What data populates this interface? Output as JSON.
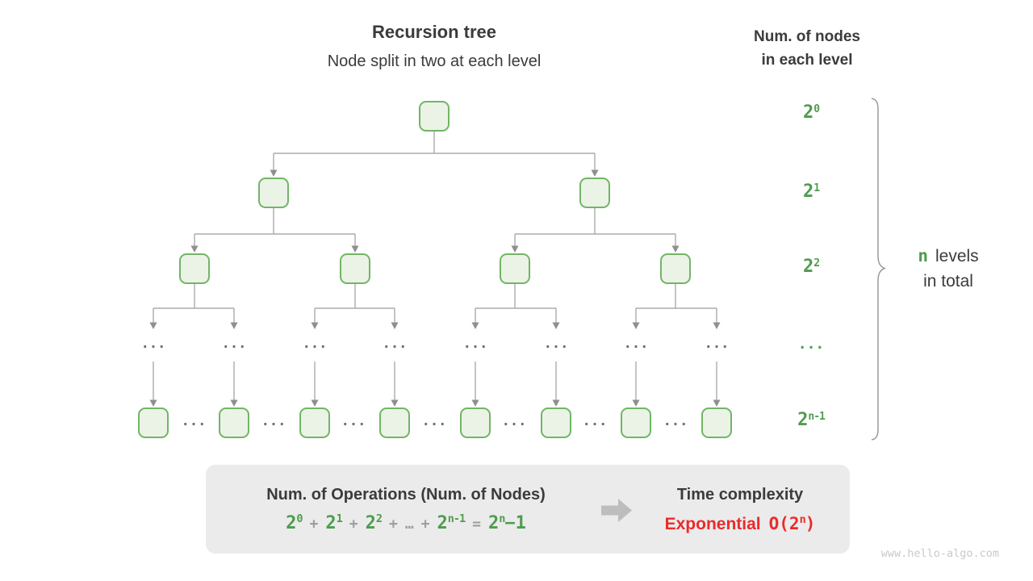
{
  "title": {
    "main": "Recursion tree",
    "subtitle": "Node split in two at each level"
  },
  "right_header": {
    "line1": "Num. of nodes",
    "line2": "in each level"
  },
  "level_labels": [
    {
      "base": "2",
      "sup": "0"
    },
    {
      "base": "2",
      "sup": "1"
    },
    {
      "base": "2",
      "sup": "2"
    },
    {
      "base": "...",
      "sup": ""
    },
    {
      "base": "2",
      "sup": "n-1"
    }
  ],
  "tree": {
    "ellipsis": "..."
  },
  "brace": {
    "n": "n",
    "label_line1": "levels",
    "label_line2": "in total"
  },
  "summary": {
    "operations_title": "Num. of Operations (Num. of Nodes)",
    "formula": [
      {
        "text": "2",
        "sup": "0"
      },
      {
        "text": "+"
      },
      {
        "text": "2",
        "sup": "1"
      },
      {
        "text": "+"
      },
      {
        "text": "2",
        "sup": "2"
      },
      {
        "text": "+"
      },
      {
        "text": "…"
      },
      {
        "text": "+"
      },
      {
        "text": "2",
        "sup": "n-1"
      },
      {
        "text": "="
      },
      {
        "text": "2",
        "sup": "n",
        "post": "−1"
      }
    ],
    "time_title": "Time complexity",
    "complexity": {
      "word": "Exponential",
      "o_pre": "O(2",
      "o_sup": "n",
      "o_post": ")"
    }
  },
  "watermark": "www.hello-algo.com",
  "colors": {
    "green": "#4E9C4E",
    "node_border": "#72B566",
    "node_fill": "#EAF3E6",
    "red": "#EA2B2B",
    "text_dark": "#3B3B3B",
    "line_gray": "#ABABAB",
    "box_bg": "#EBEBEB",
    "arrow_gray": "#BDBDBD"
  }
}
